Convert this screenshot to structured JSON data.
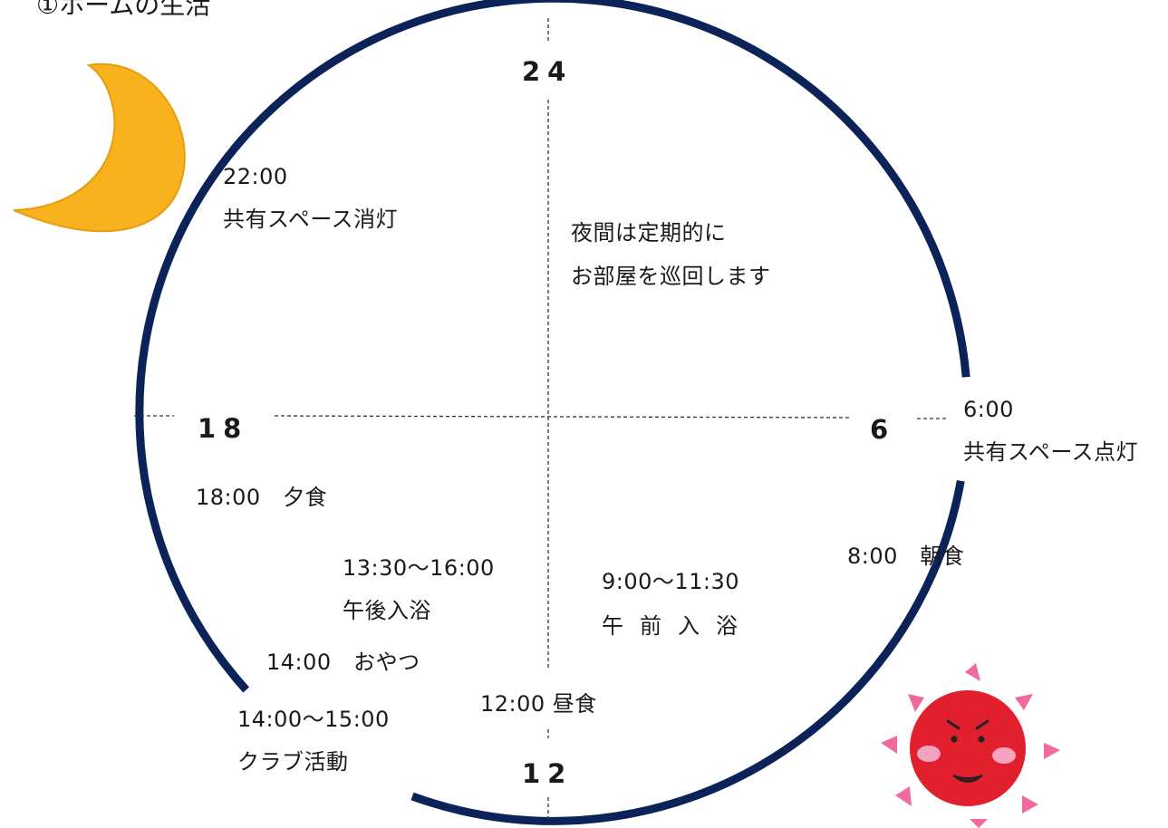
{
  "title": "①ホームの生活",
  "colors": {
    "circle": "#0b2358",
    "moon": "#f7b21d",
    "sun": "#e21f2d",
    "ray": "#f06a9f",
    "cheek": "#f6a3c2"
  },
  "icons": {
    "moon": "crescent-moon-icon",
    "sun": "sun-icon"
  },
  "hours": {
    "top": "24",
    "right": "6",
    "bottom": "12",
    "left": "18"
  },
  "events": {
    "e2200_time": "22:00",
    "e2200_text": "共有スペース消灯",
    "night_line1": "夜間は定期的に",
    "night_line2": "お部屋を巡回します",
    "e0600_time": "6:00",
    "e0600_text": "共有スペース点灯",
    "e0800": "8:00　朝食",
    "morning_bath_time": "9:00〜11:30",
    "morning_bath_text": "午前入浴",
    "e1200": "12:00 昼食",
    "afternoon_bath_time": "13:30〜16:00",
    "afternoon_bath_text": "午後入浴",
    "snack": "14:00　おやつ",
    "club_time": "14:00〜15:00",
    "club_text": "クラブ活動",
    "e1800": "18:00　夕食"
  }
}
